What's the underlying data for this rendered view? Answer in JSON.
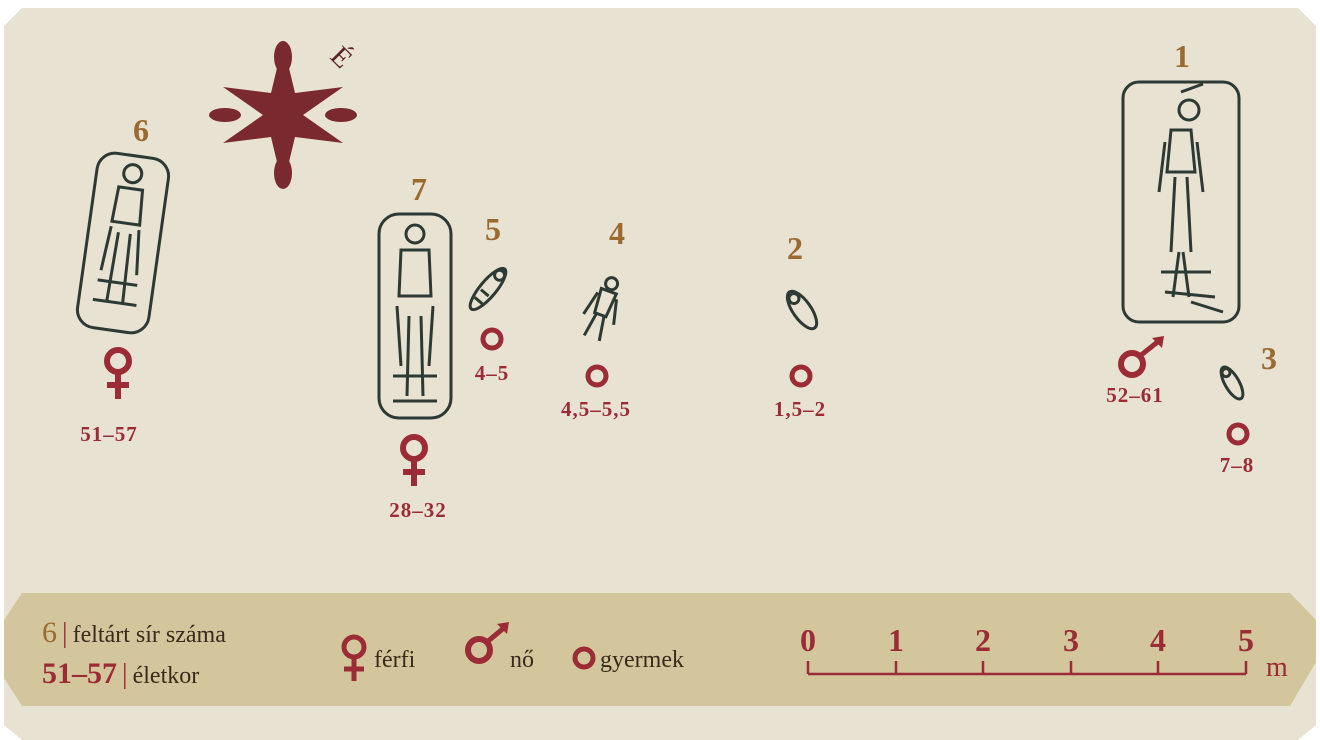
{
  "north_label": "É",
  "colors": {
    "background": "#e8e2d3",
    "legend_band": "#d3c69c",
    "grave_number": "#9a6a2f",
    "symbol": "#9b2b34",
    "skeleton": "#2d3a33"
  },
  "graves": [
    {
      "number": "6",
      "sex": "female",
      "age": "51–57"
    },
    {
      "number": "7",
      "sex": "female",
      "age": "28–32"
    },
    {
      "number": "5",
      "sex": "child",
      "age": "4–5"
    },
    {
      "number": "4",
      "sex": "child",
      "age": "4,5–5,5"
    },
    {
      "number": "2",
      "sex": "child",
      "age": "1,5–2"
    },
    {
      "number": "1",
      "sex": "male",
      "age": "52–61"
    },
    {
      "number": "3",
      "sex": "child",
      "age": "7–8"
    }
  ],
  "legend": {
    "number_example": "6",
    "number_desc": "feltárt sír száma",
    "age_example": "51–57",
    "age_desc": "életkor",
    "female_label": "férfi",
    "male_label": "nő",
    "child_label": "gyermek"
  },
  "scale": {
    "ticks": [
      "0",
      "1",
      "2",
      "3",
      "4",
      "5"
    ],
    "unit": "m"
  }
}
